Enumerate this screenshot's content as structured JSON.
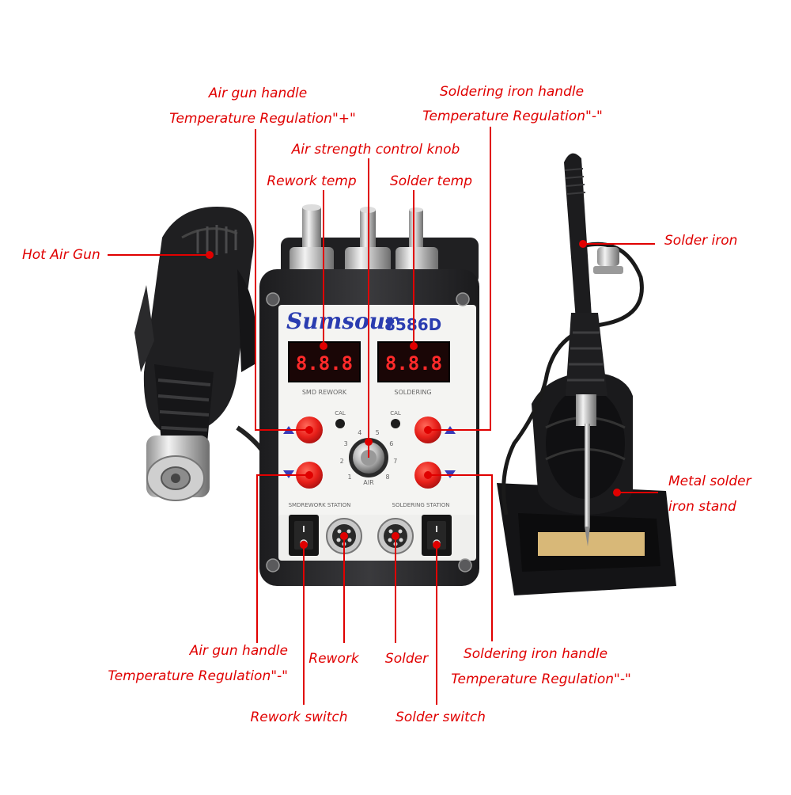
{
  "station": {
    "brand": "Sumsour",
    "model": "8586D",
    "display_left_caption": "SMD REWORK",
    "display_right_caption": "SOLDERING",
    "display_left_value": "8.8.8",
    "display_right_value": "8.8.8",
    "cal_label": "CAL",
    "air_label": "AIR",
    "knob_scale": [
      "1",
      "2",
      "3",
      "4",
      "5",
      "6",
      "7",
      "8"
    ],
    "bottom_left_caption": "SMDREWORK  STATION",
    "bottom_right_caption": "SOLDERING  STATION"
  },
  "callouts": {
    "air_gun_plus_line1": "Air gun handle",
    "air_gun_plus_line2": "Temperature Regulation\"+\"",
    "iron_minus_top_line1": "Soldering iron handle",
    "iron_minus_top_line2": "Temperature Regulation\"-\"",
    "air_knob": "Air strength control knob",
    "rework_temp": "Rework temp",
    "solder_temp": "Solder temp",
    "hot_air_gun": "Hot Air Gun",
    "solder_iron": "Solder iron",
    "iron_stand_line1": "Metal solder",
    "iron_stand_line2": "iron stand",
    "air_gun_minus_line1": "Air gun handle",
    "air_gun_minus_line2": "Temperature Regulation\"-\"",
    "rework": "Rework",
    "solder": "Solder",
    "iron_minus_bottom_line1": "Soldering iron handle",
    "iron_minus_bottom_line2": "Temperature Regulation\"-\"",
    "rework_switch": "Rework switch",
    "solder_switch": "Solder switch"
  },
  "colors": {
    "callout": "#e00000",
    "brand": "#2a3cb0",
    "case": "#2b2b2e",
    "button": "#e8201a"
  }
}
